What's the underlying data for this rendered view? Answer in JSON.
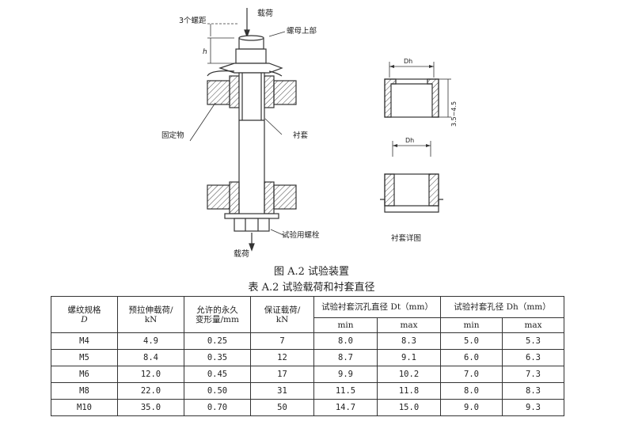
{
  "figure": {
    "labels": {
      "load_top": "载荷",
      "three_pitches": "3个螺距",
      "nut_upper": "螺母上部",
      "h_symbol": "h",
      "fixture": "固定物",
      "bushing": "衬套",
      "test_bolt": "试验用螺栓",
      "load_bottom": "载荷",
      "dh_upper": "Dh",
      "dh_lower": "Dh",
      "height_range": "3.5~4.5",
      "bushing_detail": "衬套详图"
    },
    "caption": "图 A.2   试验装置"
  },
  "table": {
    "caption": "表 A.2   试验载荷和衬套直径",
    "headers": {
      "thread_spec": "螺纹规格",
      "thread_spec_sym": "D",
      "preload": "预拉伸载荷/",
      "preload_unit": "kN",
      "deformation": "允许的永久",
      "deformation2": "变形量/mm",
      "proof_load": "保证载荷/",
      "proof_load_unit": "kN",
      "counterbore": "试验衬套沉孔直径 Dt（mm）",
      "hole": "试验衬套孔径 Dh（mm）",
      "min1": "min",
      "max1": "max",
      "min2": "min",
      "max2": "max"
    },
    "rows": [
      [
        "M4",
        "4.9",
        "0.25",
        "7",
        "8.0",
        "8.3",
        "5.0",
        "5.3"
      ],
      [
        "M5",
        "8.4",
        "0.35",
        "12",
        "8.7",
        "9.1",
        "6.0",
        "6.3"
      ],
      [
        "M6",
        "12.0",
        "0.45",
        "17",
        "9.9",
        "10.2",
        "7.0",
        "7.3"
      ],
      [
        "M8",
        "22.0",
        "0.50",
        "31",
        "11.5",
        "11.8",
        "8.0",
        "8.3"
      ],
      [
        "M10",
        "35.0",
        "0.70",
        "50",
        "14.7",
        "15.0",
        "9.0",
        "9.3"
      ]
    ]
  }
}
